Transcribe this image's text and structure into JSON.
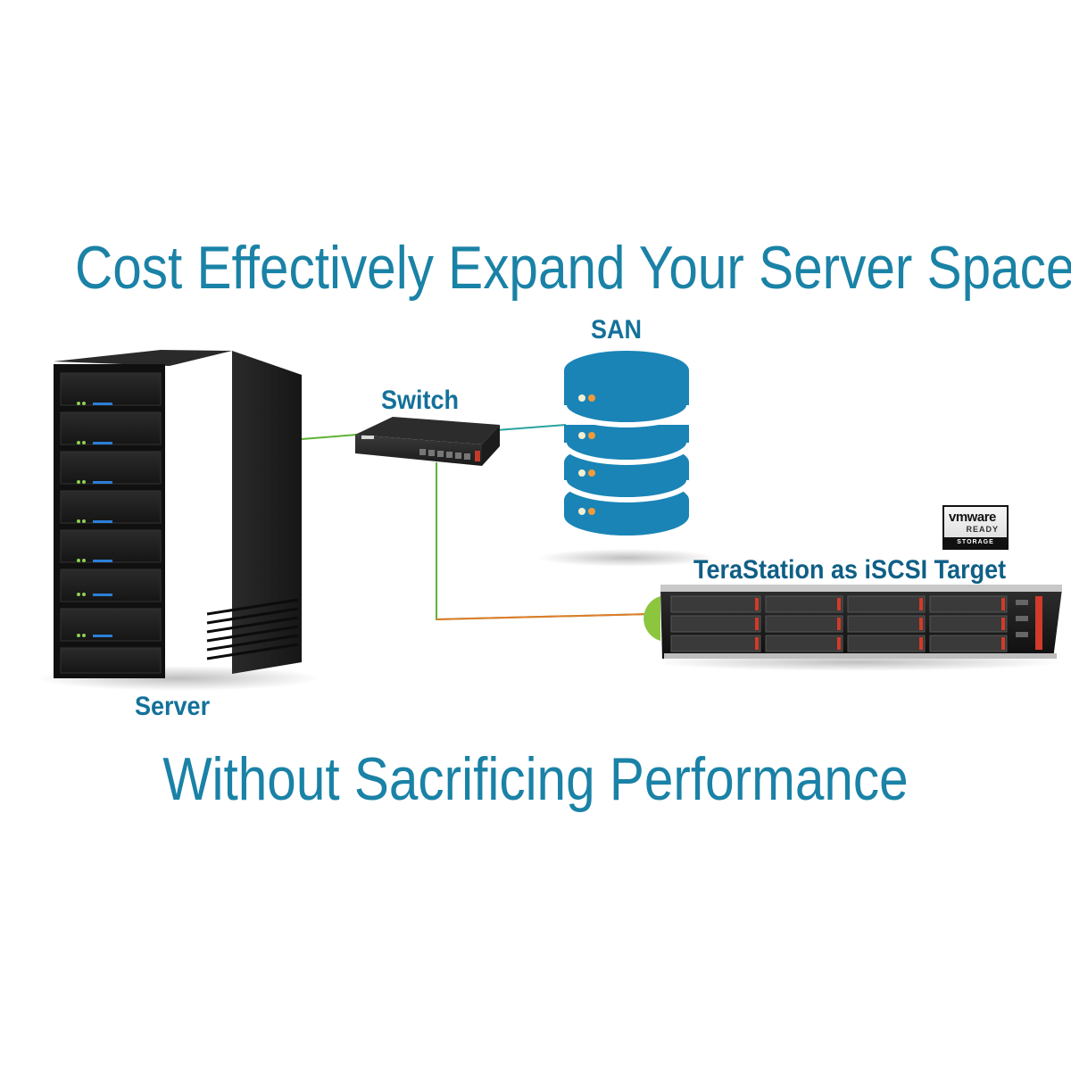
{
  "headline": "Cost Effectively Expand Your Server Space",
  "tagline": "Without Sacrificing Performance",
  "nodes": {
    "san": "SAN",
    "switch": "Switch",
    "server": "Server",
    "terastation": "TeraStation as iSCSI Target"
  },
  "badge": {
    "brand": "vmware",
    "ready": "READY",
    "storage": "STORAGE"
  },
  "colors": {
    "headline": "#1a82a6",
    "label": "#13719a",
    "san_blue": "#1a84b6",
    "link_green": "#5fb336",
    "link_orange": "#e07b2a",
    "link_teal": "#2aa3a0"
  },
  "icons": [
    "server-rack-icon",
    "network-switch-icon",
    "database-icon",
    "nas-rack-icon",
    "vmware-ready-badge"
  ]
}
